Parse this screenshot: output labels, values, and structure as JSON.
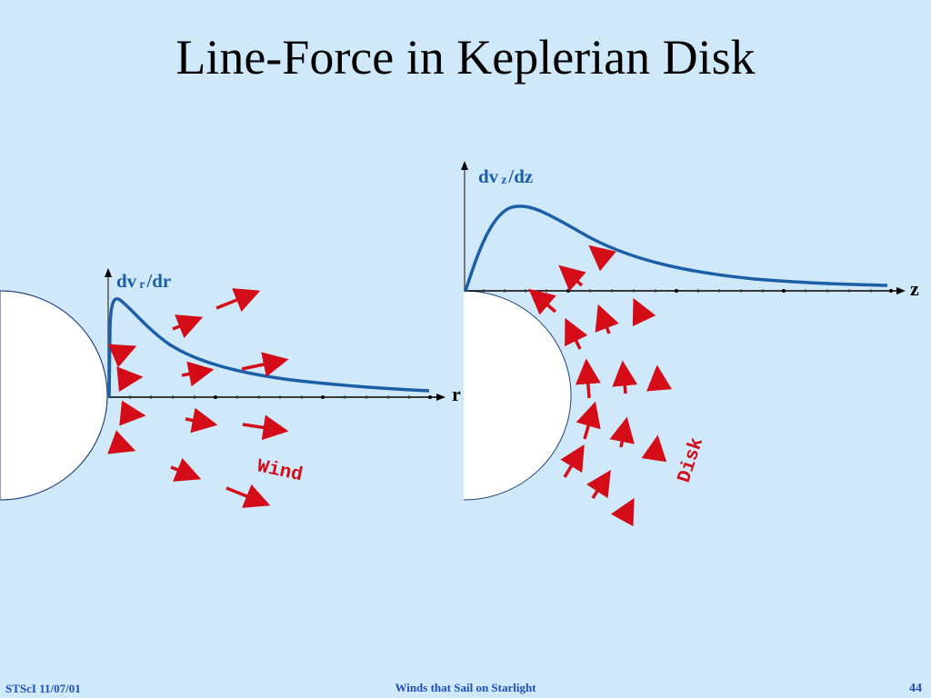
{
  "slide": {
    "title": "Line-Force in Keplerian Disk",
    "footer_left": "STScI 11/07/01",
    "footer_center": "Winds that Sail on Starlight",
    "page_number": "44"
  },
  "left_plot": {
    "y_label_main": "dv",
    "y_label_sub": "r",
    "y_label_tail": "/dr",
    "x_label": "r",
    "region_label": "Wind"
  },
  "right_plot": {
    "y_label_main": "dv",
    "y_label_sub": "z",
    "y_label_tail": "/dz",
    "x_label": "z",
    "region_label": "Disk"
  },
  "colors": {
    "background": "#cfe9fb",
    "curve": "#1c5fa8",
    "arrow": "#d40c18",
    "star": "#ffffff"
  }
}
